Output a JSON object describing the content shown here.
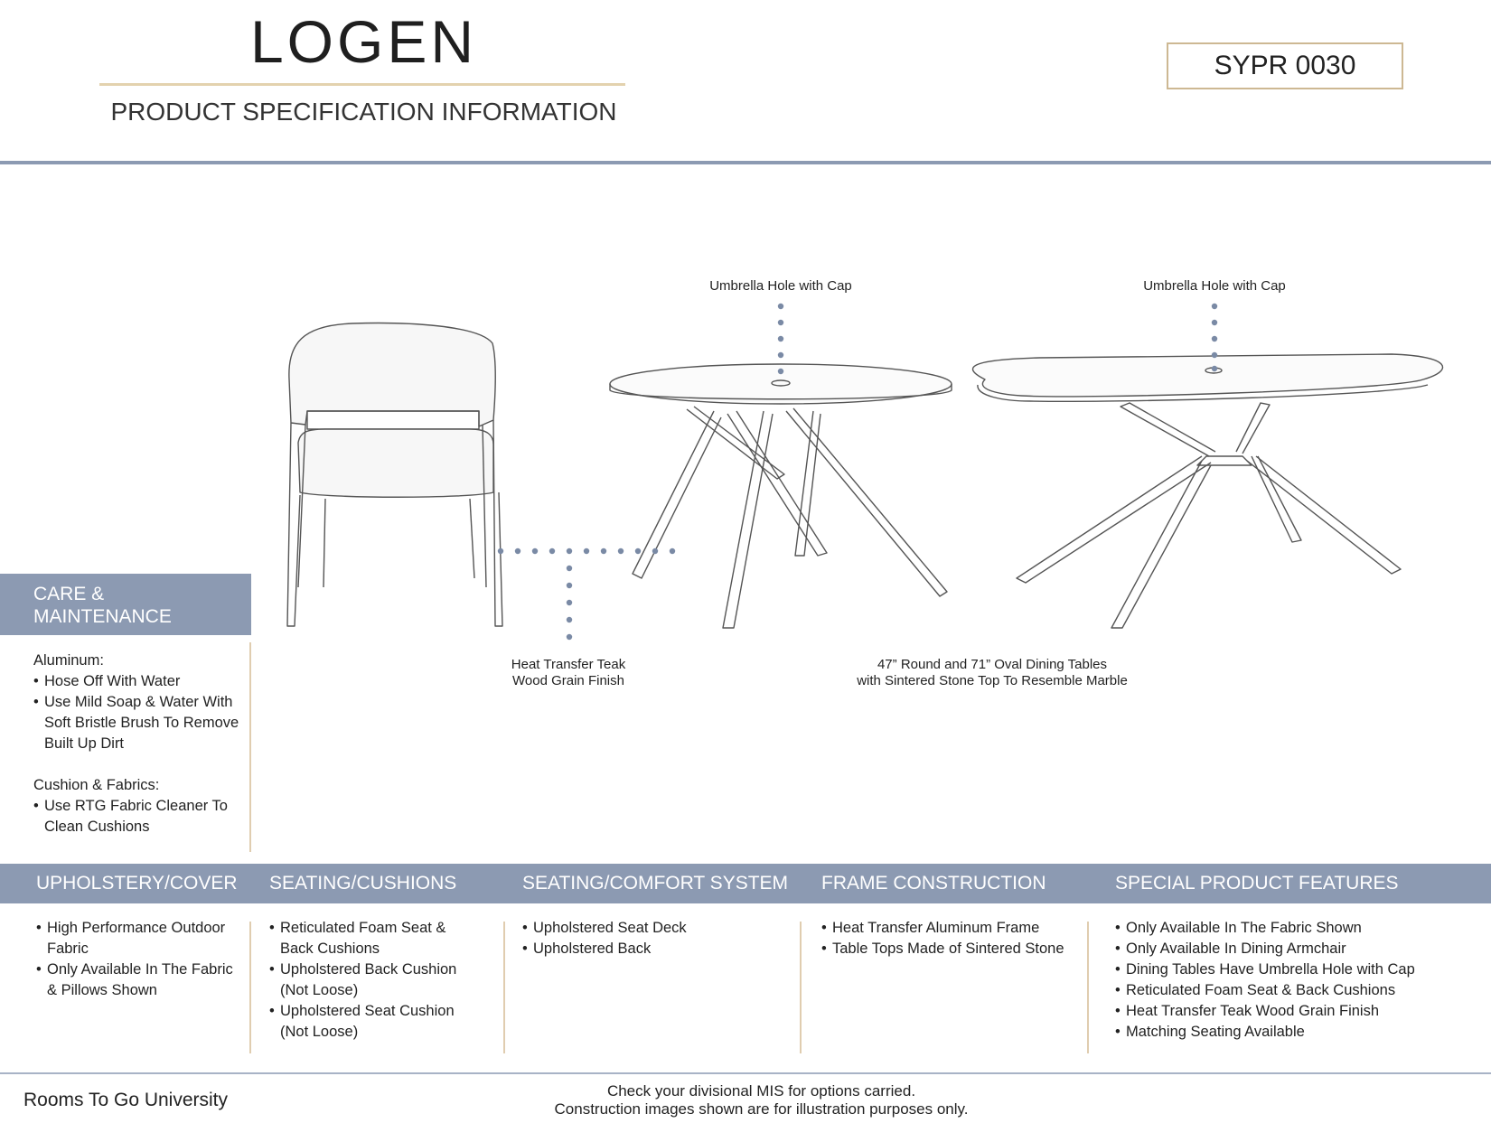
{
  "header": {
    "brand": "LOGEN",
    "subtitle": "PRODUCT SPECIFICATION INFORMATION",
    "product_code": "SYPR 0030"
  },
  "illustration": {
    "callout_umbrella_1": "Umbrella Hole with Cap",
    "callout_umbrella_2": "Umbrella Hole with Cap",
    "callout_finish": [
      "Heat Transfer Teak",
      "Wood Grain Finish"
    ],
    "callout_tables": [
      "47” Round and 71” Oval Dining Tables",
      "with Sintered Stone Top To Resemble Marble"
    ]
  },
  "care": {
    "title_line1": "CARE &",
    "title_line2": "MAINTENANCE",
    "groups": [
      {
        "label": "Aluminum:",
        "items": [
          "Hose Off With Water",
          "Use Mild Soap & Water With Soft Bristle Brush To Remove Built Up Dirt"
        ]
      },
      {
        "label": "Cushion & Fabrics:",
        "items": [
          "Use RTG Fabric Cleaner To Clean Cushions"
        ]
      }
    ]
  },
  "specs": [
    {
      "title": "UPHOLSTERY/COVER",
      "items": [
        "High Performance Outdoor Fabric",
        "Only Available In The Fabric & Pillows Shown"
      ]
    },
    {
      "title": "SEATING/CUSHIONS",
      "items": [
        "Reticulated Foam Seat & Back Cushions",
        "Upholstered Back Cushion (Not Loose)",
        "Upholstered Seat Cushion (Not Loose)"
      ]
    },
    {
      "title": "SEATING/COMFORT SYSTEM",
      "items": [
        "Upholstered Seat Deck",
        "Upholstered Back"
      ]
    },
    {
      "title": "FRAME CONSTRUCTION",
      "items": [
        "Heat Transfer Aluminum Frame",
        "Table Tops Made of Sintered Stone"
      ]
    },
    {
      "title": "SPECIAL PRODUCT FEATURES",
      "items": [
        "Only Available In The Fabric Shown",
        "Only Available In Dining Armchair",
        "Dining Tables Have Umbrella Hole with Cap",
        "Reticulated Foam Seat & Back Cushions",
        "Heat Transfer Teak Wood Grain Finish",
        "Matching Seating Available"
      ]
    }
  ],
  "footer": {
    "left": "Rooms To Go University",
    "center_line1": "Check your divisional MIS for options carried.",
    "center_line2": "Construction images shown are for illustration purposes only."
  },
  "colors": {
    "bar": "#8c9ab2",
    "gold_rule": "#e3d2ae",
    "dot": "#7a8aa5"
  }
}
